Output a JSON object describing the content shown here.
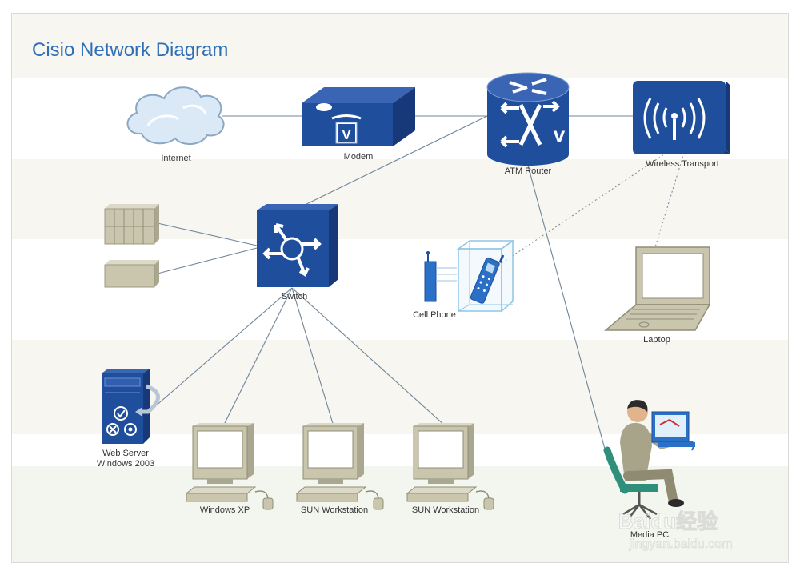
{
  "title": "Cisio Network Diagram",
  "labels": {
    "internet": "Internet",
    "modem": "Modem",
    "atm_router": "ATM Router",
    "wireless_transport": "Wireless Transport",
    "switch": "Switch",
    "cell_phone": "Cell Phone",
    "laptop": "Laptop",
    "web_server_line1": "Web Server",
    "web_server_line2": "Windows 2003",
    "windows_xp": "Windows XP",
    "sun_workstation_1": "SUN Workstation",
    "sun_workstation_2": "SUN Workstation",
    "media_pc": "Media PC"
  },
  "watermark": {
    "brand": "Baidu经验",
    "url": "jingyan.baidu.com"
  },
  "colors": {
    "title": "#2e6fb7",
    "device_blue": "#1f4e9c",
    "link_line": "#6f8599",
    "band": "#f7f6f1",
    "beige_device": "#c9c6ad"
  }
}
